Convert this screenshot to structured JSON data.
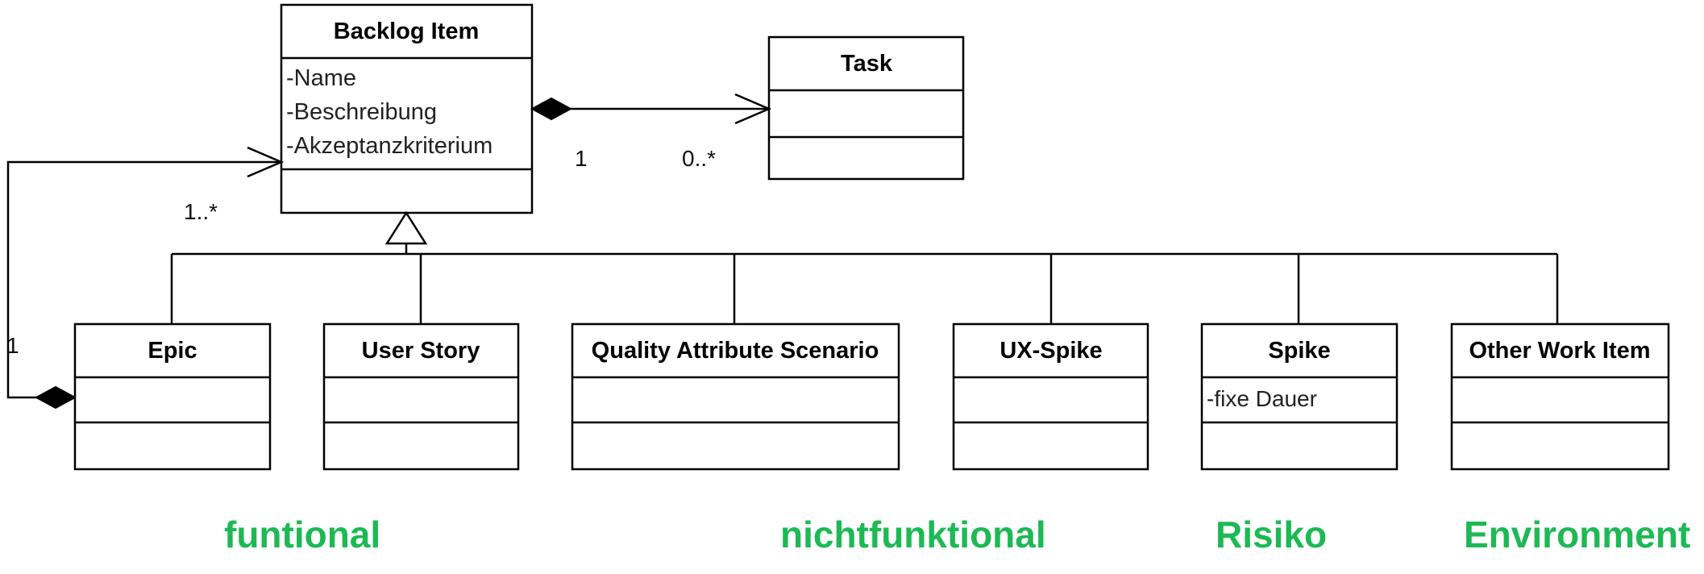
{
  "classes": {
    "backlog_item": {
      "title": "Backlog Item",
      "attributes": [
        "-Name",
        "-Beschreibung",
        "-Akzeptanzkriterium"
      ]
    },
    "task": {
      "title": "Task"
    },
    "epic": {
      "title": "Epic"
    },
    "user_story": {
      "title": "User Story"
    },
    "quality_attribute_scenario": {
      "title": "Quality Attribute Scenario"
    },
    "ux_spike": {
      "title": "UX-Spike"
    },
    "spike": {
      "title": "Spike",
      "attributes": [
        "-fixe Dauer"
      ]
    },
    "other_work_item": {
      "title": "Other Work Item"
    }
  },
  "multiplicities": {
    "composition_backlog_side": "1",
    "composition_task_side": "0..*",
    "self_many": "1..*",
    "self_one": "1"
  },
  "categories": {
    "functional": "funtional",
    "non_functional": "nichtfunktional",
    "risk": "Risiko",
    "environment": "Environment"
  },
  "colors": {
    "category_green": "#1db954",
    "lines": "#000000"
  }
}
